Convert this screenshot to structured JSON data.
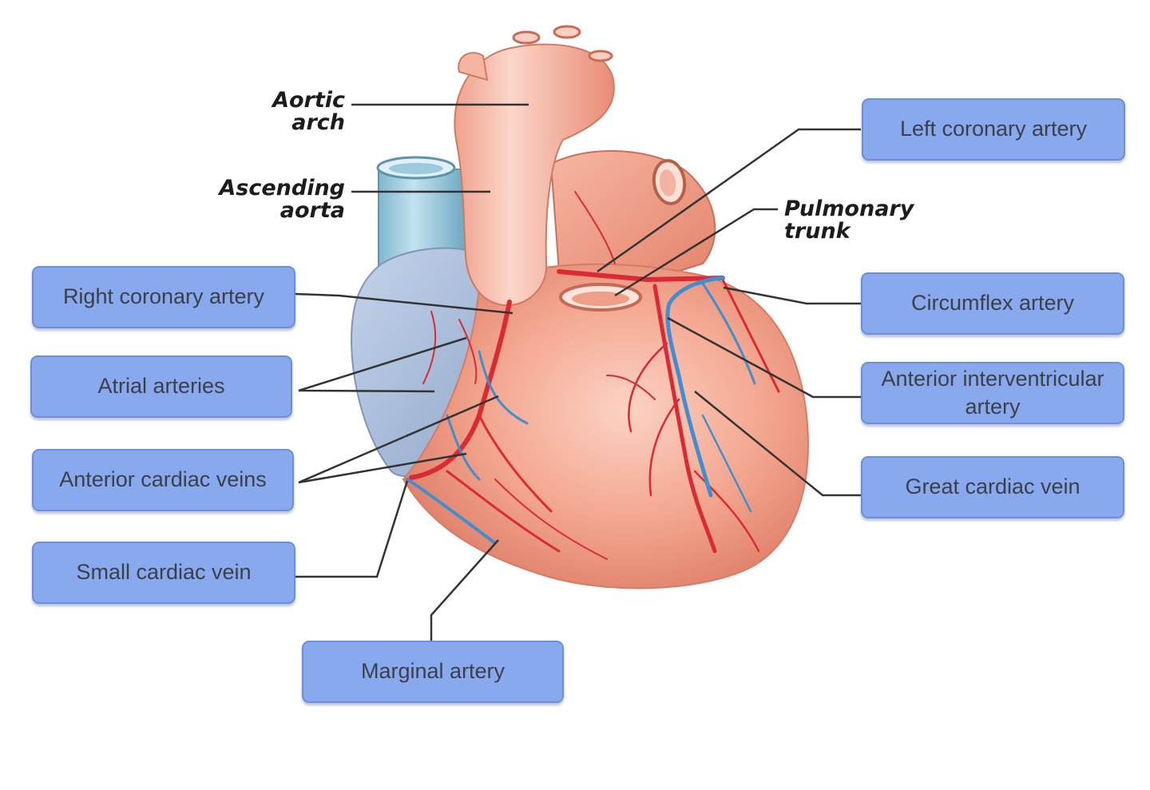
{
  "diagram": {
    "captions": {
      "aortic_arch": "Aortic\narch",
      "ascending_aorta": "Ascending\naorta",
      "pulmonary_trunk": "Pulmonary\ntrunk"
    },
    "labels": {
      "right_coronary_artery": "Right coronary artery",
      "atrial_arteries": "Atrial arteries",
      "anterior_cardiac_veins": "Anterior cardiac veins",
      "small_cardiac_vein": "Small cardiac vein",
      "marginal_artery": "Marginal artery",
      "left_coronary_artery": "Left coronary artery",
      "circumflex_artery": "Circumflex artery",
      "anterior_interventricular_artery": "Anterior interventricular artery",
      "great_cardiac_vein": "Great cardiac vein"
    },
    "colors": {
      "label_fill": "#89a9ef",
      "label_border": "#6d8ede",
      "artery": "#d92a35",
      "vein": "#3f8fd0",
      "heart_flesh": "#f2a68e",
      "atrium_blue": "#a9bedb",
      "leader_line": "#333333"
    }
  }
}
